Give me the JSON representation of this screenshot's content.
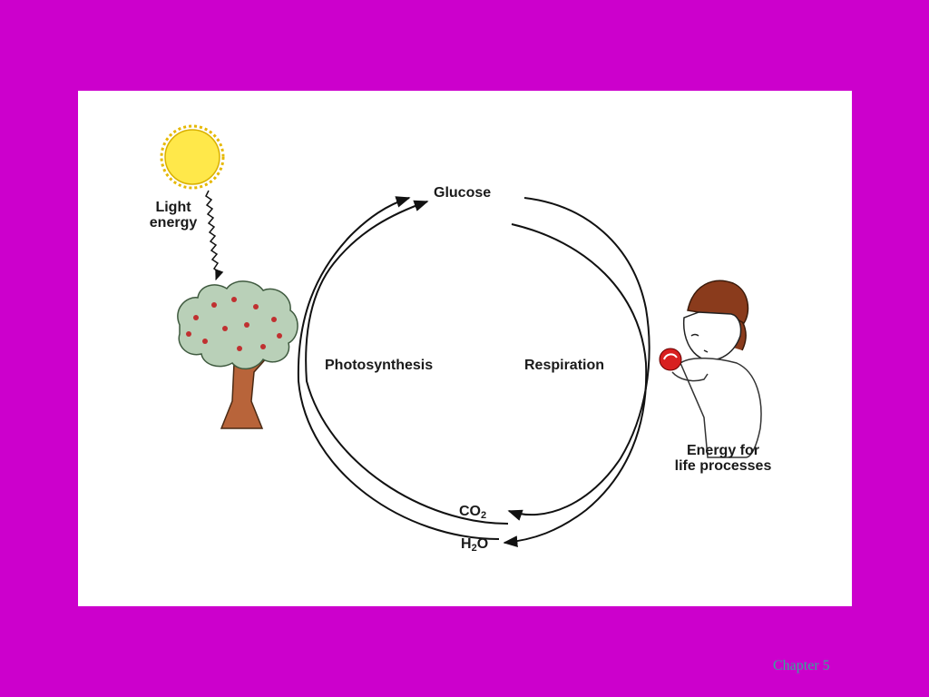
{
  "labels": {
    "light_energy": [
      "Light",
      "energy"
    ],
    "glucose": "Glucose",
    "photosynthesis": "Photosynthesis",
    "respiration": "Respiration",
    "energy_for_life": [
      "Energy for",
      "life processes"
    ],
    "co2": {
      "base": "CO",
      "sub": "2"
    },
    "h2o": {
      "base": "H",
      "sub": "2",
      "tail": "O"
    }
  },
  "footer": "Chapter 5",
  "colors": {
    "page_background": "#cc00cc",
    "panel_background": "#ffffff",
    "sun": "#ffe84a",
    "tree_foliage": "#b9d0b8",
    "tree_trunk": "#b8643a",
    "apple": "#d82020",
    "footer_text": "#33aa99"
  },
  "icons": [
    "sun-icon",
    "tree-icon",
    "child-eating-apple-icon"
  ]
}
